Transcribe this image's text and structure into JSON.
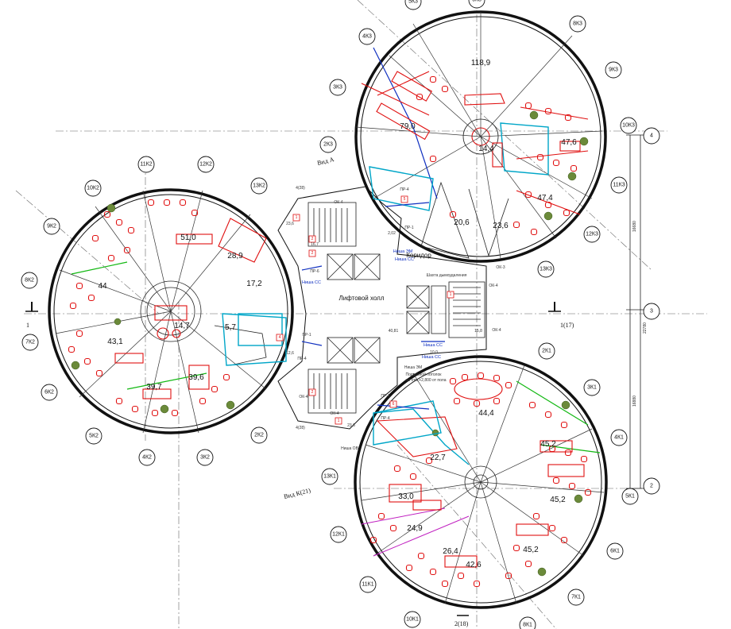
{
  "plan": {
    "colors": {
      "furniture": "#e01010",
      "plumbing": "#00a6c8",
      "doors": "#1030c0",
      "green_line": "#12b812",
      "wall": "#111111"
    },
    "axes": [
      {
        "id": "ax-2K3",
        "text": "2К3"
      },
      {
        "id": "ax-3K3",
        "text": "3К3"
      },
      {
        "id": "ax-4K3",
        "text": "4К3"
      },
      {
        "id": "ax-5K3",
        "text": "5К3"
      },
      {
        "id": "ax-6K3",
        "text": "6К3"
      },
      {
        "id": "ax-8K3",
        "text": "8К3"
      },
      {
        "id": "ax-9K3",
        "text": "9К3"
      },
      {
        "id": "ax-10K3",
        "text": "10К3"
      },
      {
        "id": "ax-11K3",
        "text": "11К3"
      },
      {
        "id": "ax-12K3",
        "text": "12К3"
      },
      {
        "id": "ax-13K3",
        "text": "13К3"
      },
      {
        "id": "ax-10K2",
        "text": "10К2"
      },
      {
        "id": "ax-11K2",
        "text": "11К2"
      },
      {
        "id": "ax-12K2",
        "text": "12К2"
      },
      {
        "id": "ax-13K2",
        "text": "13К2"
      },
      {
        "id": "ax-9K2",
        "text": "9К2"
      },
      {
        "id": "ax-8K2",
        "text": "8К2"
      },
      {
        "id": "ax-7K2",
        "text": "7К2"
      },
      {
        "id": "ax-6K2",
        "text": "6К2"
      },
      {
        "id": "ax-5K2",
        "text": "5К2"
      },
      {
        "id": "ax-4K2",
        "text": "4К2"
      },
      {
        "id": "ax-3K2",
        "text": "3К2"
      },
      {
        "id": "ax-2K2",
        "text": "2К2"
      },
      {
        "id": "ax-2K1",
        "text": "2К1"
      },
      {
        "id": "ax-3K1",
        "text": "3К1"
      },
      {
        "id": "ax-4K1",
        "text": "4К1"
      },
      {
        "id": "ax-5K1",
        "text": "5К1"
      },
      {
        "id": "ax-6K1",
        "text": "6К1"
      },
      {
        "id": "ax-7K1",
        "text": "7К1"
      },
      {
        "id": "ax-8K1",
        "text": "8К1"
      },
      {
        "id": "ax-10K1",
        "text": "10К1"
      },
      {
        "id": "ax-11K1",
        "text": "11К1"
      },
      {
        "id": "ax-12K1",
        "text": "12К1"
      },
      {
        "id": "ax-13K1",
        "text": "13К1"
      },
      {
        "id": "ax-4",
        "text": "4"
      },
      {
        "id": "ax-3",
        "text": "3"
      },
      {
        "id": "ax-2",
        "text": "2"
      }
    ],
    "areas": {
      "a118_9": "118,9",
      "a79_0": "79,0",
      "a14_4": "14,4",
      "a47_6": "47,6",
      "a47_4": "47,4",
      "a20_6": "20,6",
      "a23_6": "23,6",
      "a51_0": "51,0",
      "a28_9": "28,9",
      "a44": "44",
      "a17_2": "17,2",
      "a14_7": "14,7",
      "a5_7": "5,7",
      "a43_1": "43,1",
      "a39_7": "39,7",
      "a39_6": "39,6",
      "a44_4": "44,4",
      "a45_2a": "45,2",
      "a45_2b": "45,2",
      "a45_2c": "45,2",
      "a22_7": "22,7",
      "a33_0": "33,0",
      "a24_9": "24,9",
      "a26_4": "26,4",
      "a42_6": "42,6",
      "a23_6b": "23,6",
      "a16_7": "16,7",
      "a40_81": "40,81",
      "a10_0": "10,0",
      "a12_6": "12,6",
      "a2_02": "2,02",
      "a23_6c": "23,6",
      "a15_8": "15,8"
    },
    "rooms": {
      "corridor": "Коридор",
      "lift_hall": "Лифтовой холл",
      "shaft": "Шахта дымоудаления",
      "vid_a": "Вид А",
      "vid_k": "Вид К(21)"
    },
    "labels": {
      "pr1": "ПР-1",
      "pr4": "ПР-4",
      "pr6": "ПР-6",
      "ok4": "ОК-4",
      "ok3": "ОК-3",
      "nisha_em": "Ниша ЭМ",
      "nisha_ss": "Ниша СС",
      "nisha_ov": "Ниша ОВ",
      "sect_4_28": "4(28)",
      "sect_2_18": "2(18)",
      "sect_1_17": "1(17)",
      "sect_1": "1",
      "ceiling_note1": "Подвесной потолок",
      "ceiling_note2": "на отм.+2,800 от пола",
      "dim_22780": "22780",
      "dim_16680": "16680",
      "dim_16880": "16880"
    }
  }
}
